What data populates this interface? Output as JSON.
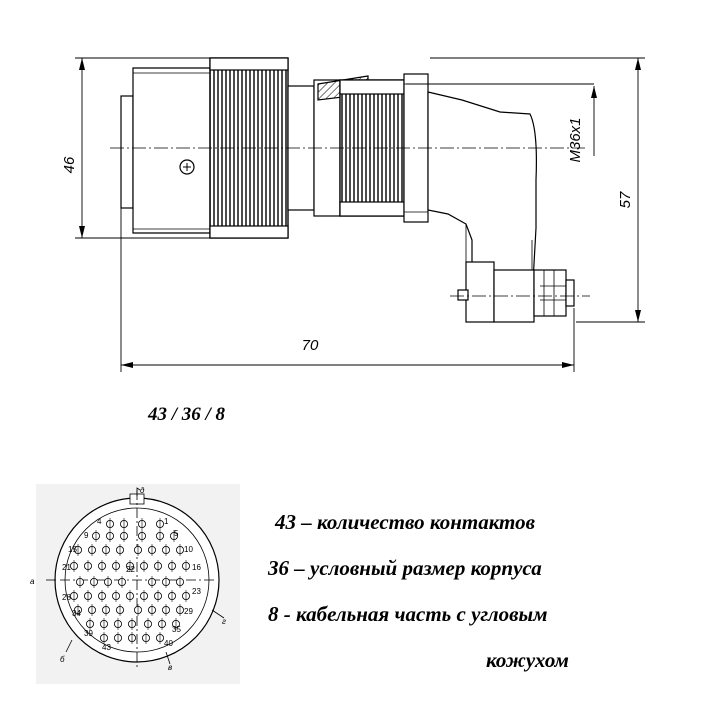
{
  "dimensions": {
    "height_body": "46",
    "height_total": "57",
    "length_total": "70",
    "thread": "M36x1"
  },
  "code": "43 / 36 / 8",
  "legend": [
    "43 – количество контактов",
    "36 – условный размер корпуса",
    "8 -   кабельная часть с угловым",
    "кожухом"
  ],
  "pin_face": {
    "pin_numbers": [
      "1",
      "4",
      "5",
      "9",
      "10",
      "15",
      "16",
      "21",
      "22",
      "23",
      "28",
      "29",
      "34",
      "35",
      "39",
      "40",
      "43"
    ],
    "markers": [
      "a",
      "б",
      "в",
      "г",
      "д"
    ]
  }
}
